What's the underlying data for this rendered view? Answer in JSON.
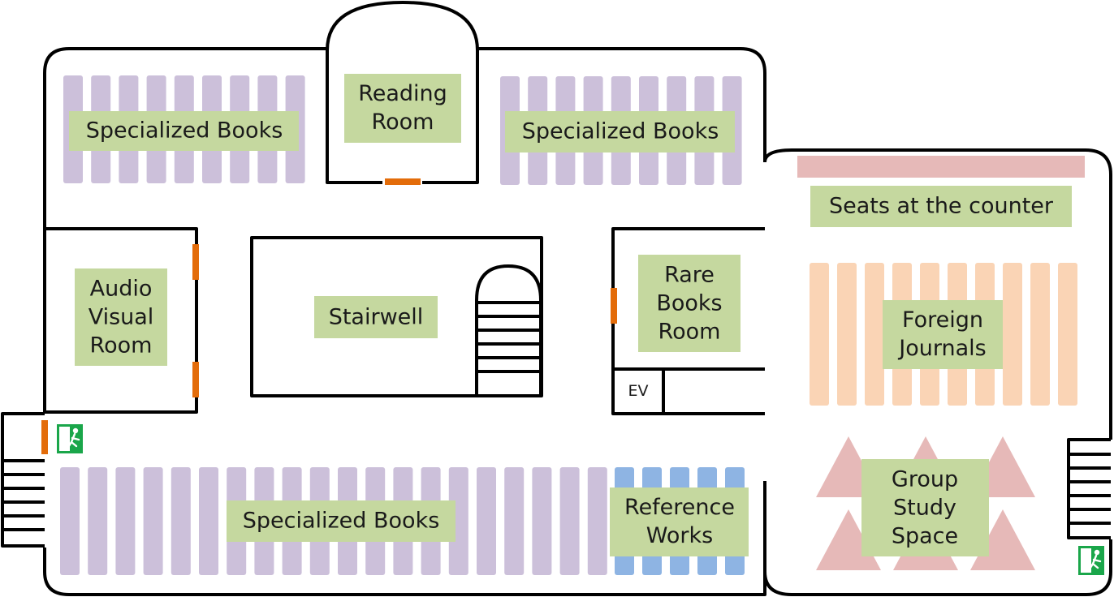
{
  "map": {
    "labels": {
      "specialized_books_nw": [
        "Specialized Books"
      ],
      "reading_room": [
        "Reading",
        "Room"
      ],
      "specialized_books_ne": [
        "Specialized Books"
      ],
      "seats_counter": [
        "Seats at the counter"
      ],
      "audio_visual": [
        "Audio",
        "Visual",
        "Room"
      ],
      "stairwell": [
        "Stairwell"
      ],
      "rare_books": [
        "Rare",
        "Books",
        "Room"
      ],
      "ev": [
        "EV"
      ],
      "foreign_journals": [
        "Foreign",
        "Journals"
      ],
      "specialized_books_s": [
        "Specialized Books"
      ],
      "reference_works": [
        "Reference",
        "Works"
      ],
      "group_study": [
        "Group",
        "Study",
        "Space"
      ]
    },
    "shelf_counts": {
      "specialized_books_nw": 9,
      "specialized_books_ne": 9,
      "specialized_books_s": 20,
      "reference_works": 5,
      "foreign_journals": 10
    },
    "icons": [
      "emergency-exit-icon",
      "emergency-exit-icon"
    ],
    "colors": {
      "wall": "#000000",
      "label_bg": "#c5d89f",
      "shelf_specialized": "#ccc0da",
      "shelf_reference": "#8eb4e3",
      "shelf_journals": "#fad4b5",
      "counter": "#e6b9b8",
      "group_tables": "#e6b9b8",
      "door": "#e36c0a",
      "exit_sign": "#1aa64a"
    }
  }
}
